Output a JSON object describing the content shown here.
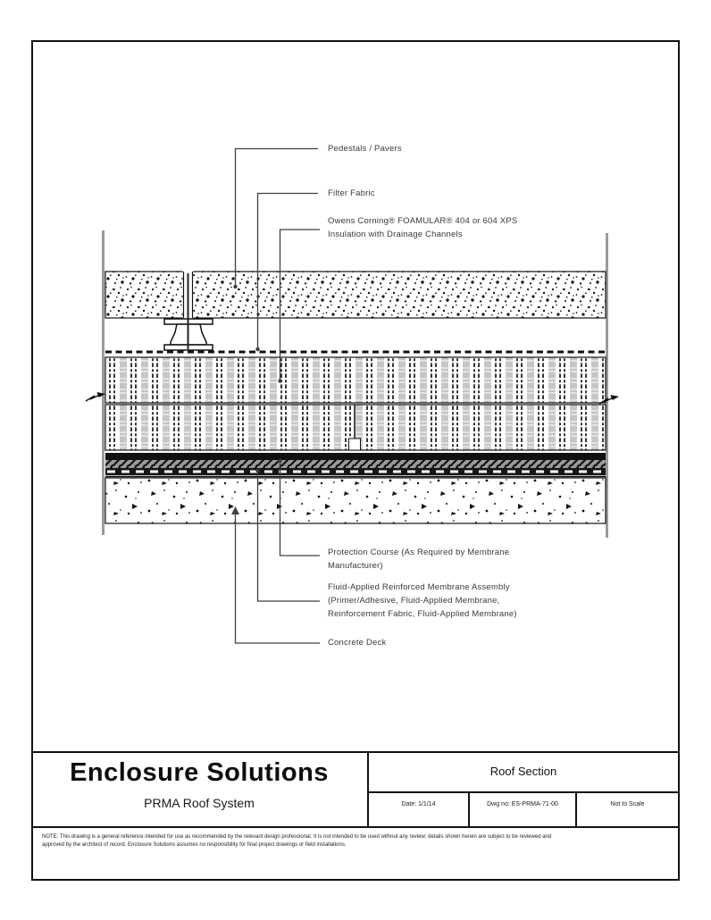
{
  "sheet": {
    "kind": "architectural standard detail sheet"
  },
  "callouts": {
    "pavers": "Pedestals / Pavers",
    "filter_fabric": "Filter Fabric",
    "insulation": "Owens Corning® FOAMULAR® 404 or 604 XPS\nInsulation with Drainage Channels",
    "protection_course": "Protection Course (As Required by Membrane\nManufacturer)",
    "membrane_assembly": "Fluid-Applied Reinforced Membrane Assembly\n(Primer/Adhesive, Fluid-Applied Membrane,\nReinforcement Fabric, Fluid-Applied Membrane)",
    "concrete_deck": "Concrete Deck"
  },
  "title_block": {
    "company": "Enclosure Solutions",
    "system": "PRMA Roof System",
    "drawing_title": "Roof Section",
    "date": "Date: 1/1/14",
    "dwg_no": "Dwg no: ES-PRMA-71-00",
    "scale": "Not to Scale",
    "note": "NOTE: This drawing is a general reference intended for use as recommended by the relevant design professional. It is not intended to be used without any review; details shown herein are subject to be reviewed and\napproved by the architect of record. Enclosure Solutions assumes no responsibility for final project drawings or field installations."
  },
  "colors": {
    "paper": "#ffffff",
    "line": "#111111",
    "break_line": "#9a9a9a",
    "insulation_fill": "#c6c6c6",
    "leader": "#3f3f3f"
  }
}
